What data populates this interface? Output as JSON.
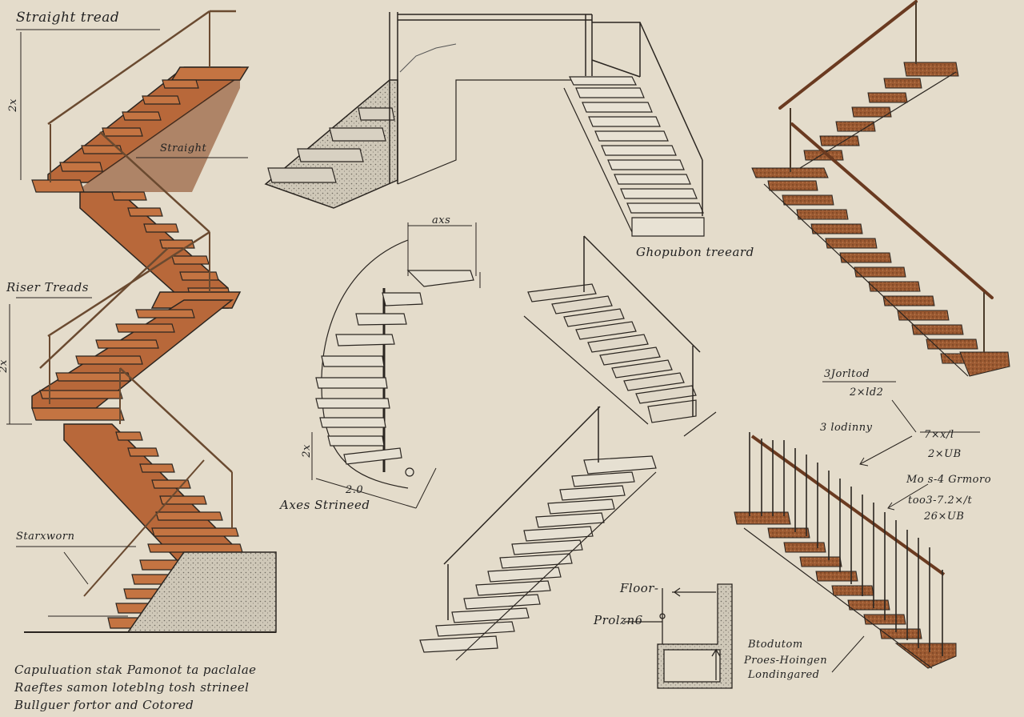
{
  "labels": {
    "straight_tread": "Straight tread",
    "dim_2x_top": "2x",
    "straight": "Straight",
    "riser_treads": "Riser Treads",
    "dim_2x_mid": "2x",
    "starxworn": "Starxworn",
    "axs": "axs",
    "axes_strineed": "Axes Strineed",
    "dim_2x_spiral": "2x",
    "dim_spiral_bottom": "2.0",
    "ghopubon_treeard": "Ghopubon treeard",
    "val_1": "3Jorltod",
    "val_2": "2×ld2",
    "val_3": "3 lodinny",
    "val_4": "7×x/l",
    "val_5": "2×UB",
    "val_6": "Mo s-4 Grmoro",
    "val_7": "too3-7.2×/t",
    "val_8": "26×UB",
    "floor": "Floor-",
    "prolzn6": "Prolzn6",
    "bottom_right_1": "Btodutom",
    "bottom_right_2": "Proes-Hoingen",
    "bottom_right_3": "Londingared"
  },
  "notes": [
    "Capuluation stak Pamonot ta paclalae",
    "Raeftes samon loteblng tosh strineel",
    "Bullguer fortor and Cotored"
  ],
  "colors": {
    "paper": "#e4dccb",
    "wood": "#b8683a",
    "wood_dark": "#8a4a25",
    "ink": "#2a2520",
    "stone": "#b7b0a2"
  }
}
